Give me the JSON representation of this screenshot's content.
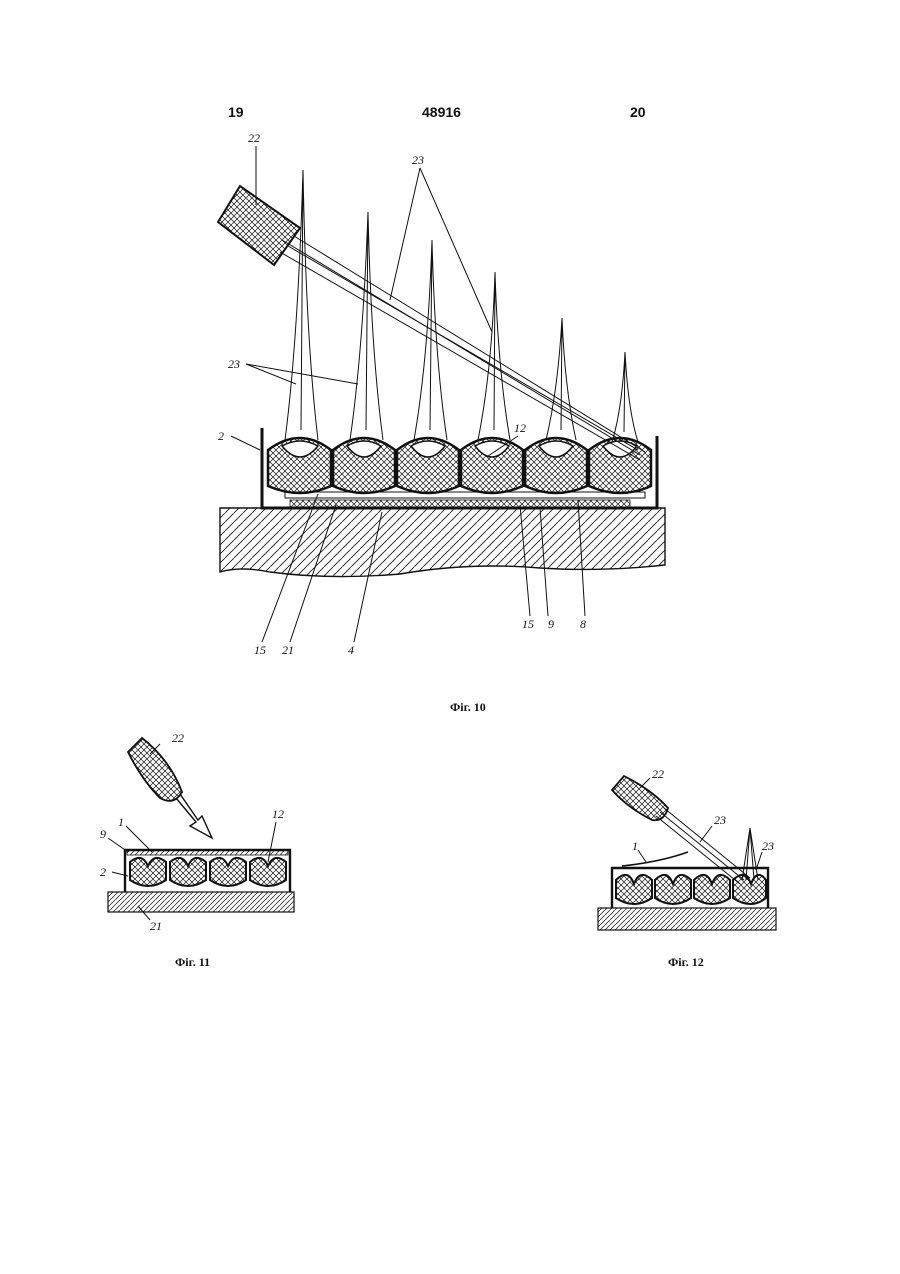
{
  "header": {
    "page_left": "19",
    "patent_number": "48916",
    "page_right": "20"
  },
  "figures": [
    {
      "caption": "Фіг. 10",
      "labels": [
        "22",
        "23",
        "23",
        "2",
        "12",
        "15",
        "21",
        "4",
        "15",
        "9",
        "8"
      ]
    },
    {
      "caption": "Фіг. 11",
      "labels": [
        "22",
        "1",
        "9",
        "12",
        "2",
        "21"
      ]
    },
    {
      "caption": "Фіг. 12",
      "labels": [
        "22",
        "23",
        "23",
        "1"
      ]
    }
  ]
}
